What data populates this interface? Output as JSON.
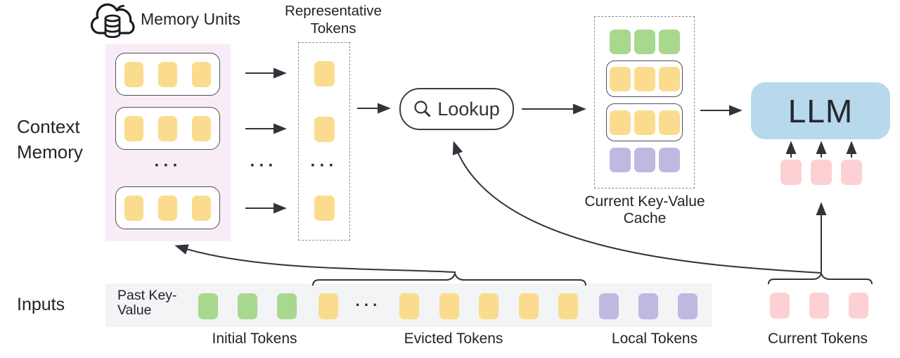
{
  "ellipsis": "···",
  "colors": {
    "yellow": "#fbdc8e",
    "green": "#a8d78e",
    "purple": "#bdb9e1",
    "pink": "#fdd0d4",
    "blue": "#b7d9eb",
    "panel-pink": "#f8edf6",
    "strip-gray": "#f2f4f5",
    "stroke": "#33333c",
    "text": "#23232b"
  },
  "context_memory": {
    "label": "Context Memory",
    "cloud_label": "Memory Units",
    "units": [
      {
        "count": 3,
        "color": "yellow",
        "name": "memory-token"
      },
      {
        "count": 3,
        "color": "yellow",
        "name": "memory-token"
      },
      {
        "count": 3,
        "color": "yellow",
        "name": "memory-token"
      }
    ]
  },
  "representative": {
    "label": "Representative Tokens",
    "groups": [
      {
        "count": 1,
        "color": "yellow",
        "name": "representative-token"
      },
      {
        "count": 1,
        "color": "yellow",
        "name": "representative-token"
      },
      {
        "count": 1,
        "color": "yellow",
        "name": "representative-token"
      }
    ]
  },
  "lookup": {
    "label": "Lookup"
  },
  "cache": {
    "label": "Current Key-Value Cache",
    "rows": [
      {
        "count": 3,
        "color": "green",
        "boxed": false,
        "name": "cache-initial-token"
      },
      {
        "count": 3,
        "color": "yellow",
        "boxed": true,
        "name": "cache-memory-token"
      },
      {
        "count": 3,
        "color": "yellow",
        "boxed": true,
        "name": "cache-memory-token"
      },
      {
        "count": 3,
        "color": "purple",
        "boxed": false,
        "name": "cache-local-token"
      }
    ]
  },
  "llm": {
    "label": "LLM",
    "input_tokens": {
      "count": 3,
      "color": "pink",
      "name": "llm-input-token"
    }
  },
  "inputs": {
    "label": "Inputs",
    "past_kv_label": "Past Key-Value",
    "segments": {
      "initial": {
        "count": 3,
        "color": "green",
        "name": "initial-token"
      },
      "evicted_head": {
        "count": 1,
        "color": "yellow",
        "name": "evicted-token"
      },
      "evicted": {
        "count": 5,
        "color": "yellow",
        "name": "evicted-token"
      },
      "local": {
        "count": 3,
        "color": "purple",
        "name": "local-token"
      },
      "current": {
        "count": 3,
        "color": "pink",
        "name": "current-token"
      }
    },
    "group_labels": {
      "initial": "Initial Tokens",
      "evicted": "Evicted Tokens",
      "local": "Local Tokens",
      "current": "Current Tokens"
    }
  }
}
